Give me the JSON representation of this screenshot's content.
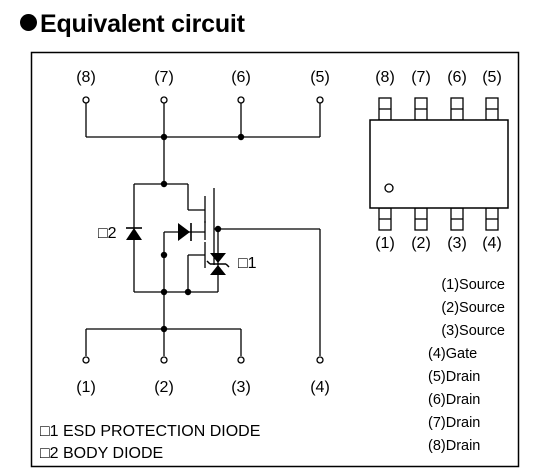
{
  "title": "Equivalent circuit",
  "schematic": {
    "top_pins": [
      "(8)",
      "(7)",
      "(6)",
      "(5)"
    ],
    "bottom_pins": [
      "(1)",
      "(2)",
      "(3)",
      "(4)"
    ],
    "body_diode_tag": "□2",
    "esd_diode_tag": "□1"
  },
  "package": {
    "top_pins": [
      "(8)",
      "(7)",
      "(6)",
      "(5)"
    ],
    "bottom_pins": [
      "(1)",
      "(2)",
      "(3)",
      "(4)"
    ]
  },
  "pin_functions": [
    "(1)Source",
    "(2)Source",
    "(3)Source",
    "(4)Gate",
    "(5)Drain",
    "(6)Drain",
    "(7)Drain",
    "(8)Drain"
  ],
  "notes": [
    "□1 ESD PROTECTION DIODE",
    "□2 BODY DIODE"
  ]
}
